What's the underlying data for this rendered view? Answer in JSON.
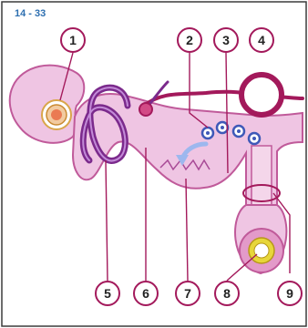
{
  "figure": {
    "id": "14 - 33"
  },
  "colors": {
    "frame": "#3c3c3c",
    "tissue_fill": "#efc5e3",
    "tissue_edge": "#c05a9a",
    "lining": "#a84a96",
    "duct": "#7b2a8c",
    "vessel": "#a3195b",
    "cell_blue": "#3f59b8",
    "arrow": "#9db7ee",
    "yolk": "#e7d63a",
    "gold": "#f0b24a",
    "callout": "#a3195b",
    "label_text": "#222222",
    "fig_id_text": "#2d6fb0"
  },
  "icons": {
    "flow_arrow": "curved-arrow-icon"
  },
  "callouts": [
    {
      "num": "1",
      "target": "follicle"
    },
    {
      "num": "2",
      "target": "blue-cells"
    },
    {
      "num": "3",
      "target": "stalk"
    },
    {
      "num": "4",
      "target": "vessel-ring"
    },
    {
      "num": "5",
      "target": "coiled-duct"
    },
    {
      "num": "6",
      "target": "cavity"
    },
    {
      "num": "7",
      "target": "folded-lining"
    },
    {
      "num": "8",
      "target": "lower-follicle"
    },
    {
      "num": "9",
      "target": "neck"
    }
  ]
}
